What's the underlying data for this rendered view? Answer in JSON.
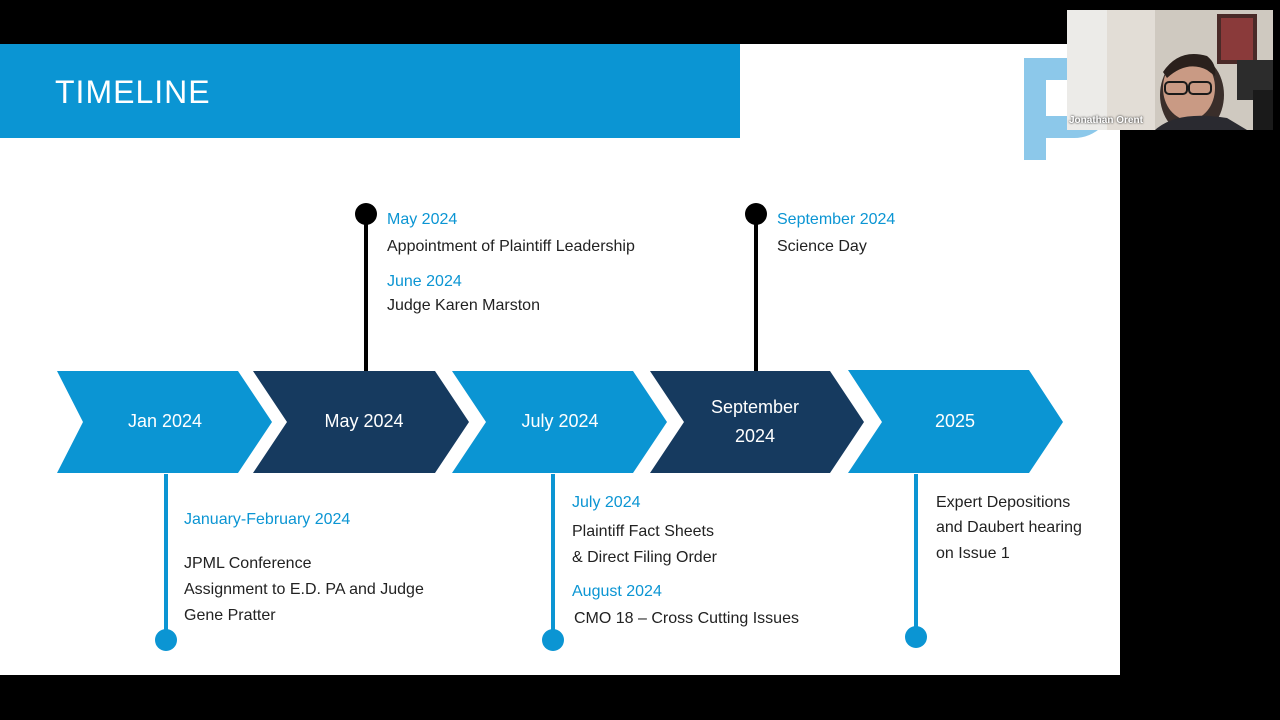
{
  "slide": {
    "title": "TIMELINE",
    "chevrons": [
      {
        "label": "Jan 2024",
        "color": "#0b95d3"
      },
      {
        "label": "May 2024",
        "color": "#163a5f"
      },
      {
        "label": "July 2024",
        "color": "#0b95d3"
      },
      {
        "label": "September 2024",
        "label_line1": "September",
        "label_line2": "2024",
        "color": "#163a5f"
      },
      {
        "label": "2025",
        "color": "#0b95d3"
      }
    ],
    "events_above": [
      {
        "items": [
          {
            "date": "May 2024",
            "text": "Appointment of Plaintiff Leadership"
          },
          {
            "date": "June 2024",
            "text": "Judge Karen Marston"
          }
        ]
      },
      {
        "items": [
          {
            "date": "September 2024",
            "text": "Science Day"
          }
        ]
      }
    ],
    "events_below": [
      {
        "date": "January-February 2024",
        "lines": [
          "JPML Conference",
          "Assignment to E.D. PA and Judge",
          "Gene Pratter"
        ]
      },
      {
        "items": [
          {
            "date": "July 2024",
            "lines": [
              "Plaintiff Fact Sheets",
              "& Direct Filing Order"
            ]
          },
          {
            "date": "August 2024",
            "lines": [
              "CMO 18 – Cross Cutting Issues"
            ]
          }
        ]
      },
      {
        "lines": [
          "Expert Depositions",
          "and Daubert hearing",
          "on Issue 1"
        ]
      }
    ]
  },
  "video": {
    "participant_name": "Jonathan Orent"
  },
  "colors": {
    "accent": "#0b95d3",
    "dark": "#163a5f",
    "pin_top": "#000000"
  }
}
